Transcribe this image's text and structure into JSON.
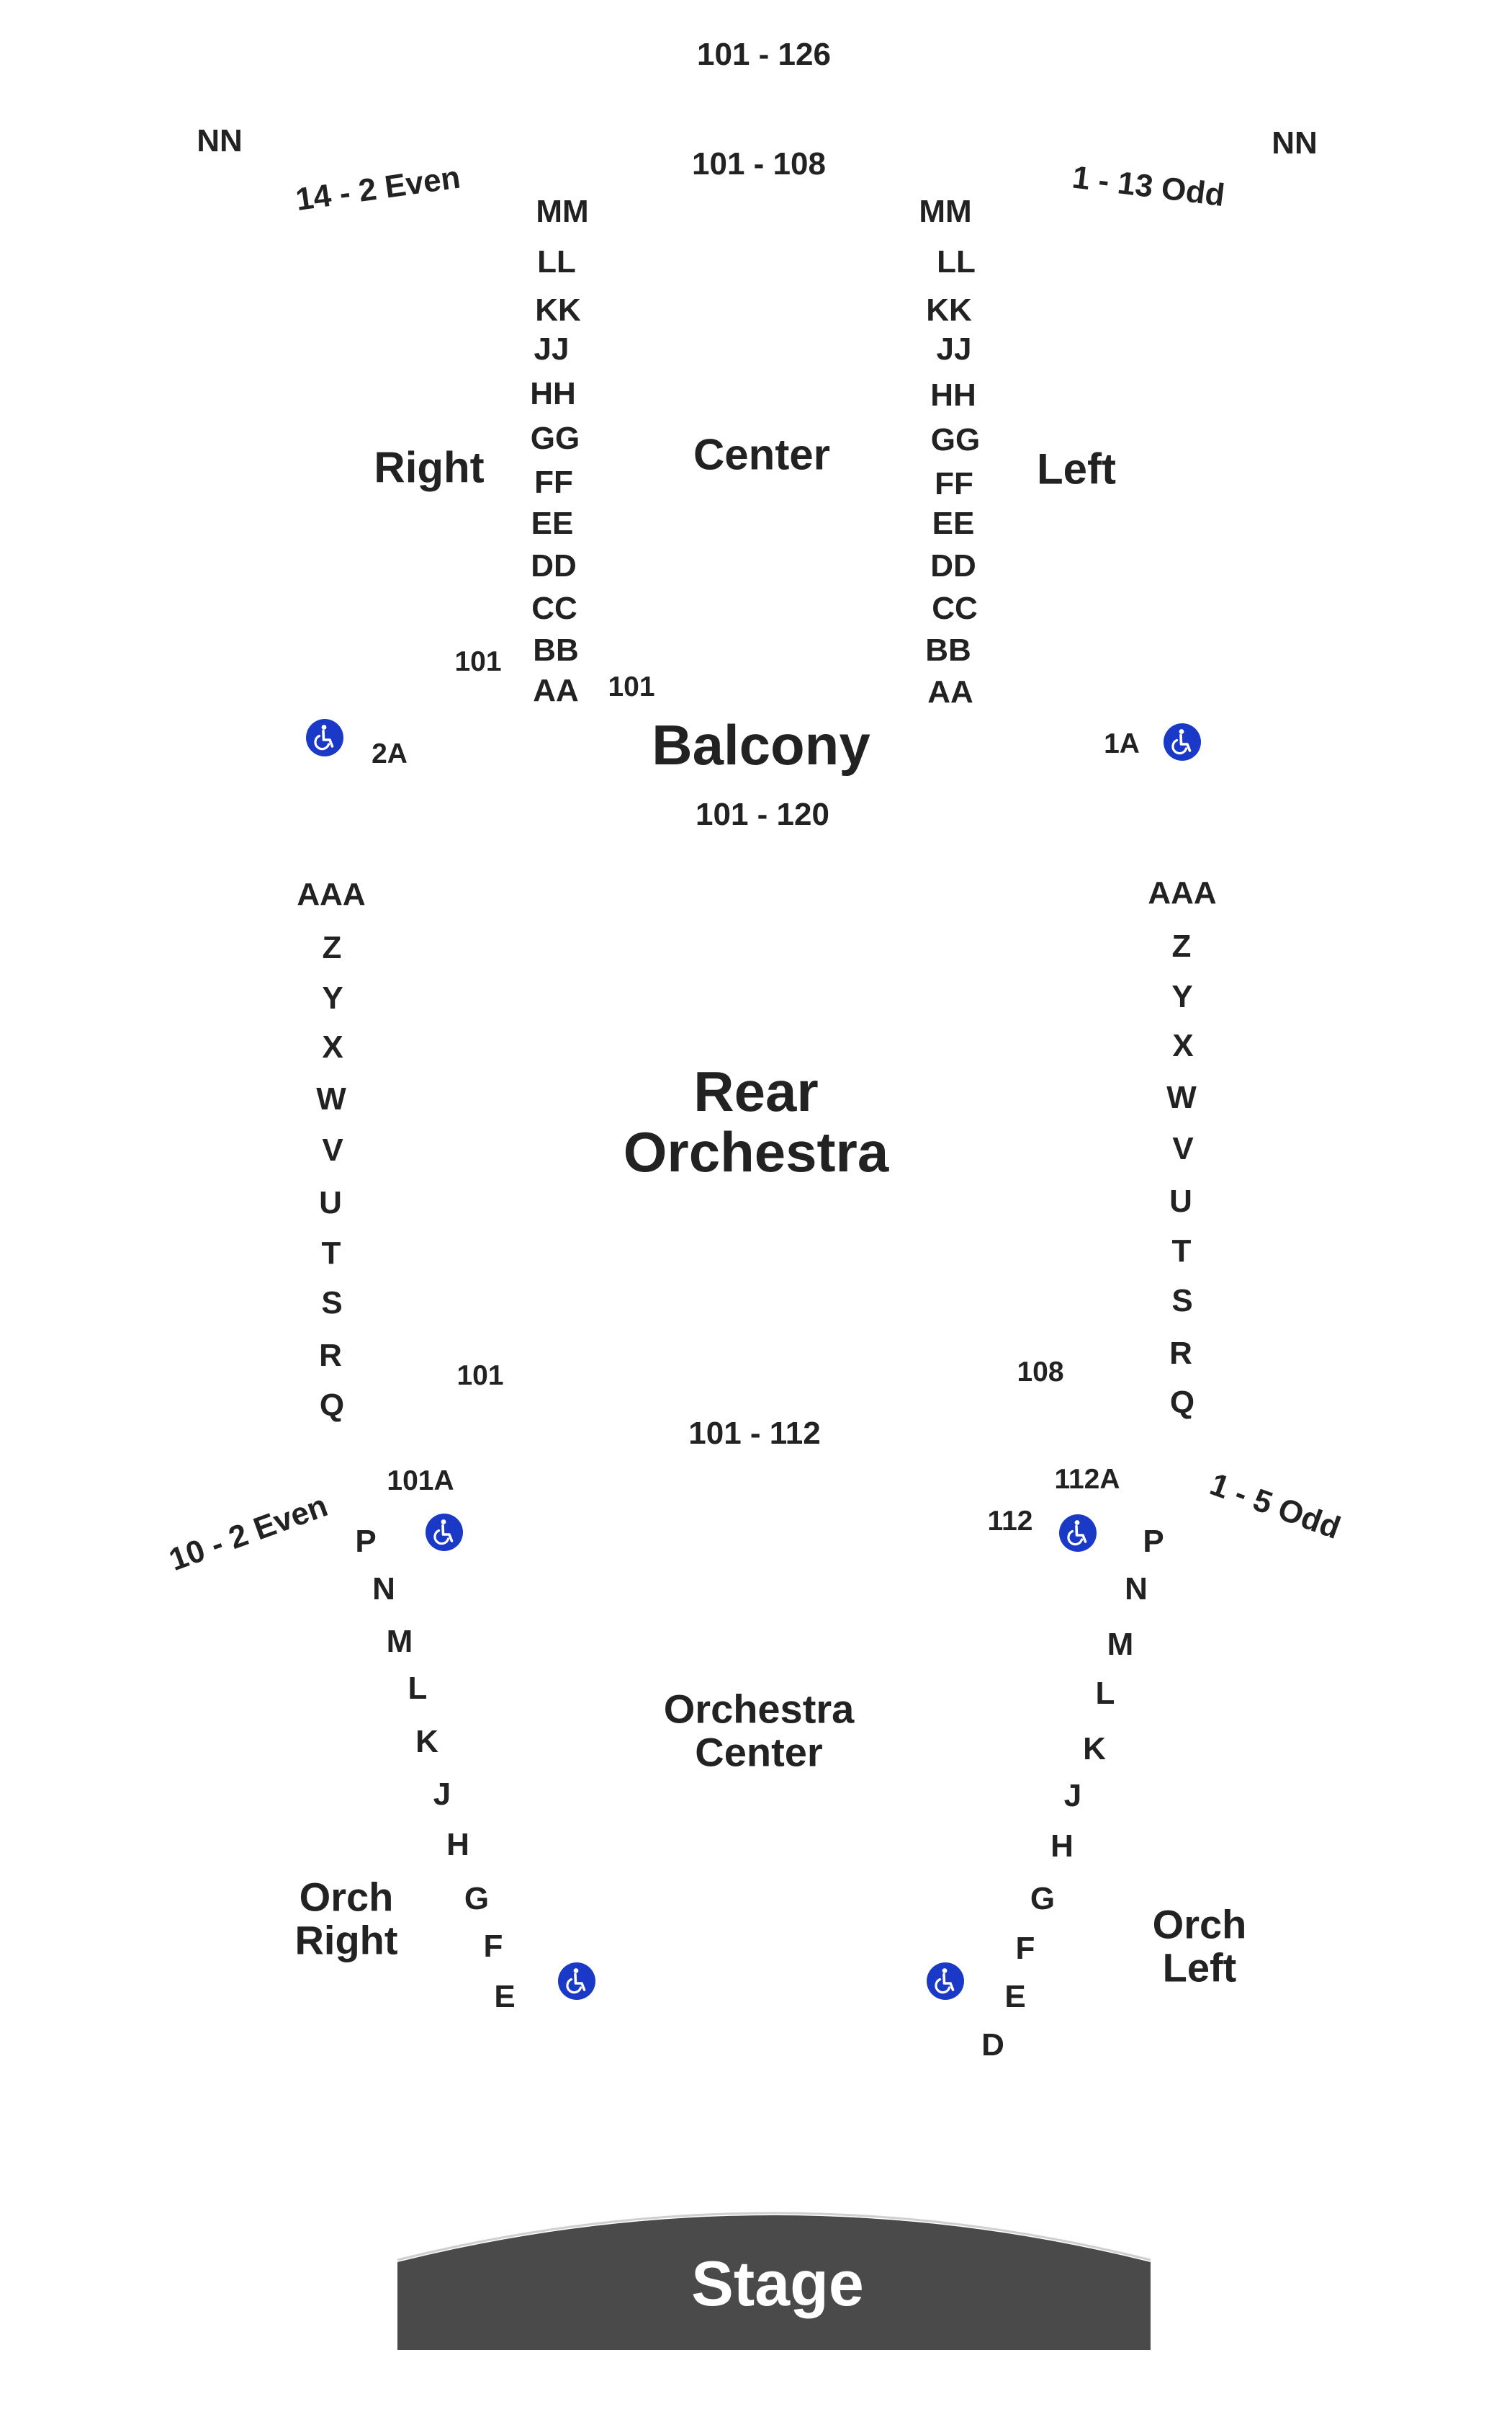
{
  "colors": {
    "text": "#222222",
    "stage_fill": "#4a4a4a",
    "stage_text": "#ffffff",
    "accessible_icon": "#1a39c7"
  },
  "stage": {
    "label": "Stage"
  },
  "sections": {
    "balcony": "Balcony",
    "balcony_right": "Right",
    "balcony_center": "Center",
    "balcony_left": "Left",
    "rear_orchestra": [
      "Rear",
      "Orchestra"
    ],
    "orchestra_center": [
      "Orchestra",
      "Center"
    ],
    "orch_right": [
      "Orch",
      "Right"
    ],
    "orch_left": [
      "Orch",
      "Left"
    ]
  },
  "seat_ranges": {
    "nn_center": "101 - 126",
    "nn_left_label": "NN",
    "nn_right_label": "NN",
    "balcony_right_even": "14 - 2 Even",
    "balcony_left_odd": "1 - 13 Odd",
    "balcony_center": "101 - 108",
    "rear_orch_top": "101 - 120",
    "orch_center": "101 - 112",
    "orch_right_even": "10 - 2 Even",
    "orch_left_odd": "1 - 5 Odd"
  },
  "seat_numbers": {
    "balcony_right_101": "101",
    "balcony_center_101": "101",
    "balcony_2a": "2A",
    "balcony_1a": "1A",
    "rear_101": "101",
    "rear_108": "108",
    "orch_101a": "101A",
    "orch_112a": "112A",
    "orch_112": "112"
  },
  "rows": {
    "balcony": [
      "MM",
      "LL",
      "KK",
      "JJ",
      "HH",
      "GG",
      "FF",
      "EE",
      "DD",
      "CC",
      "BB",
      "AA"
    ],
    "rear_orchestra": [
      "AAA",
      "Z",
      "Y",
      "X",
      "W",
      "V",
      "U",
      "T",
      "S",
      "R",
      "Q"
    ],
    "orch_right": [
      "P",
      "N",
      "M",
      "L",
      "K",
      "J",
      "H",
      "G",
      "F",
      "E"
    ],
    "orch_left": [
      "P",
      "N",
      "M",
      "L",
      "K",
      "J",
      "H",
      "G",
      "F",
      "E",
      "D"
    ]
  },
  "accessible_spots": [
    {
      "icon": "wheelchair-icon",
      "location": "balcony-right"
    },
    {
      "icon": "wheelchair-icon",
      "location": "balcony-left"
    },
    {
      "icon": "wheelchair-icon",
      "location": "orchestra-right-rear"
    },
    {
      "icon": "wheelchair-icon",
      "location": "orchestra-left-rear"
    },
    {
      "icon": "wheelchair-icon",
      "location": "orchestra-right-front"
    },
    {
      "icon": "wheelchair-icon",
      "location": "orchestra-left-front"
    }
  ]
}
